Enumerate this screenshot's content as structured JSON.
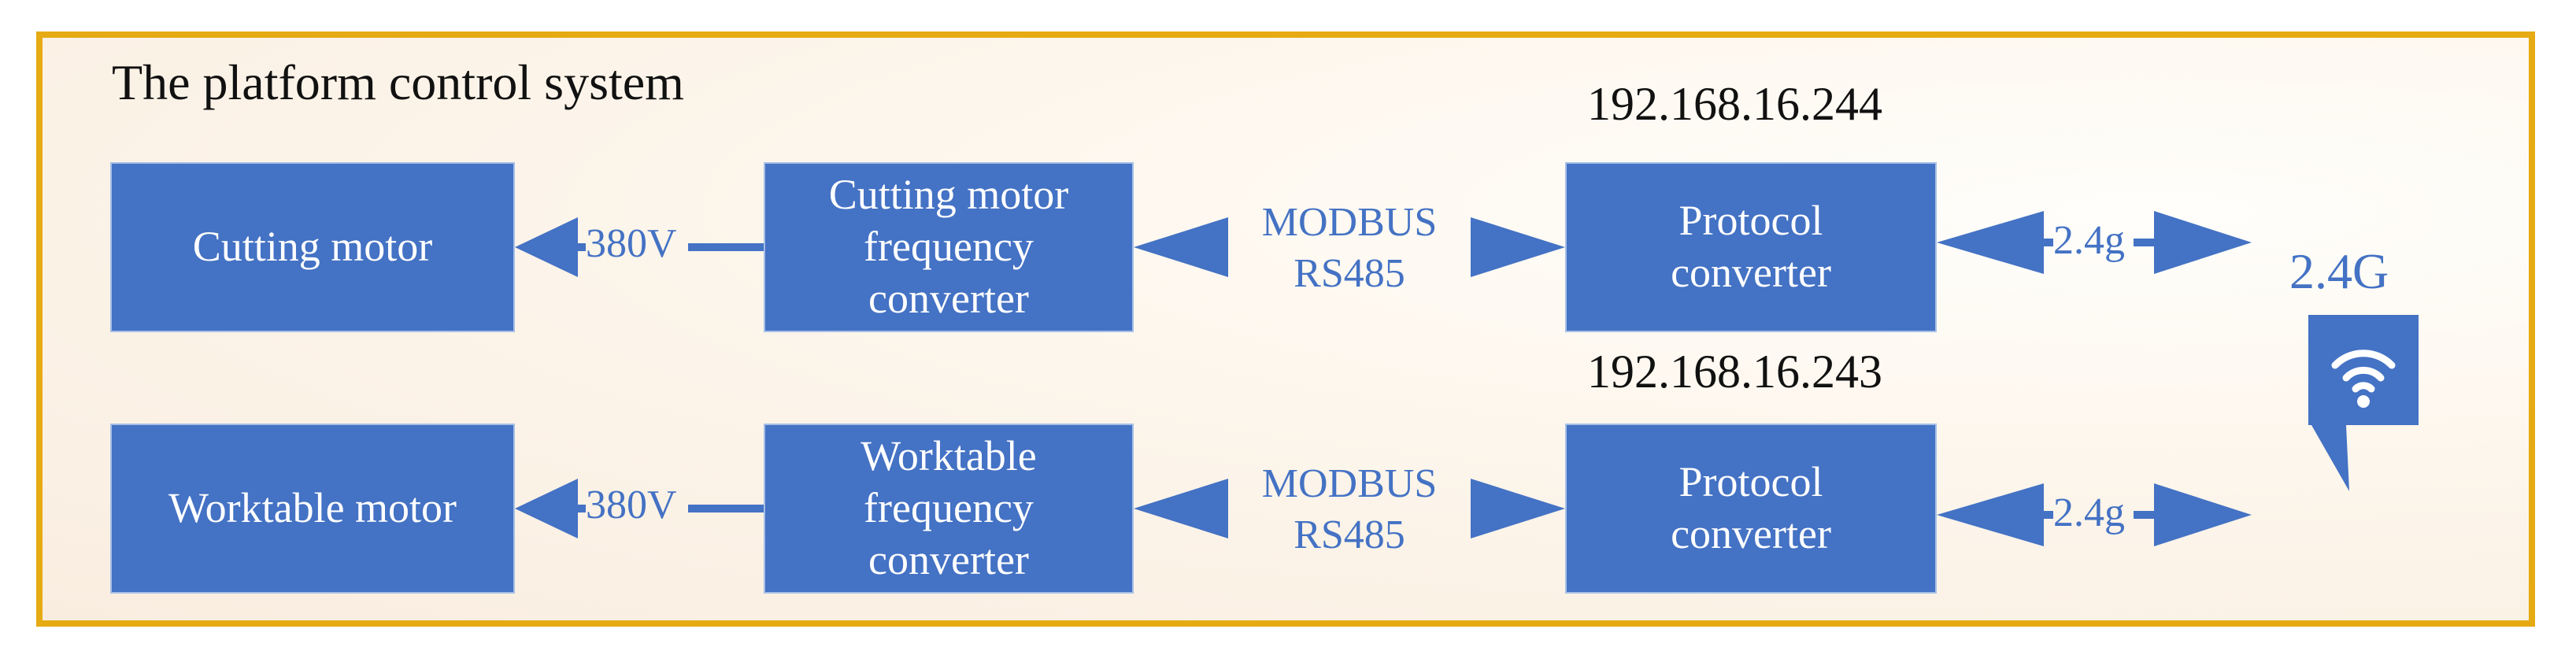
{
  "diagram": {
    "title": "The platform control system",
    "rows": [
      {
        "ip": "192.168.16.244",
        "motor": "Cutting motor",
        "voltage": "380V",
        "frequency_converter_lines": [
          "Cutting motor",
          "frequency",
          "converter"
        ],
        "bus_lines": [
          "MODBUS",
          "RS485"
        ],
        "protocol_converter_lines": [
          "Protocol",
          "converter"
        ],
        "wireless_label": "2.4g"
      },
      {
        "ip": "192.168.16.243",
        "motor": "Worktable motor",
        "voltage": "380V",
        "frequency_converter_lines": [
          "Worktable",
          "frequency",
          "converter"
        ],
        "bus_lines": [
          "MODBUS",
          "RS485"
        ],
        "protocol_converter_lines": [
          "Protocol",
          "converter"
        ],
        "wireless_label": "2.4g"
      }
    ],
    "wireless_node": {
      "label": "2.4G",
      "icon": "wifi-icon"
    },
    "colors": {
      "box_fill": "#4472c4",
      "frame_border": "#e6ab12"
    }
  }
}
